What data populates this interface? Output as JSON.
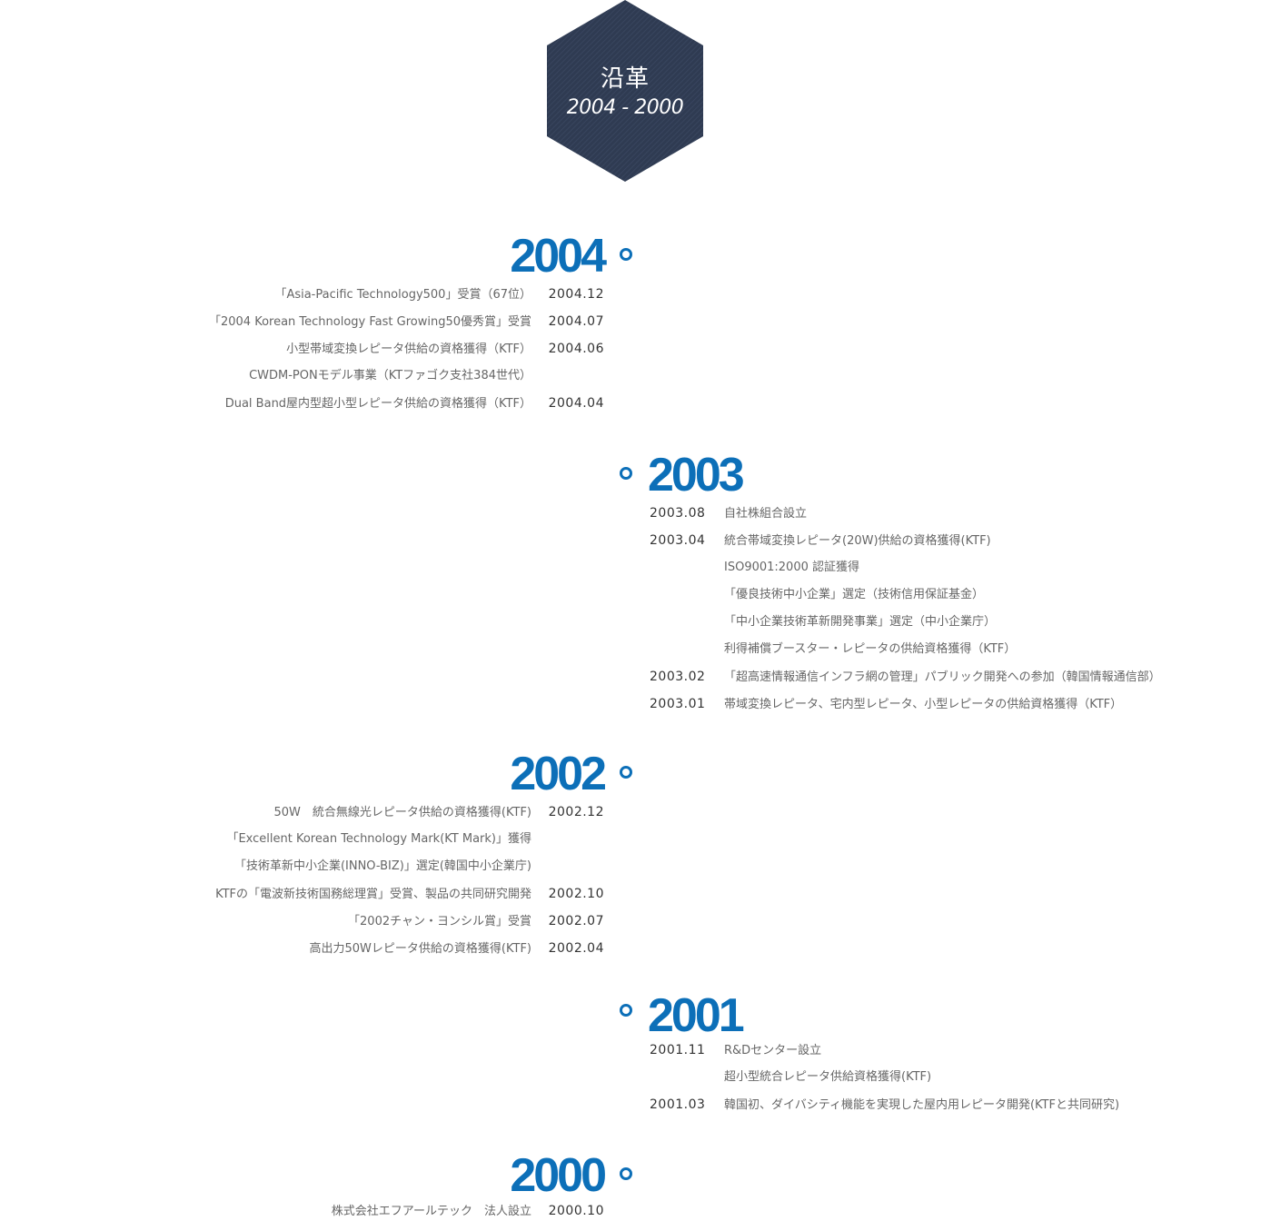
{
  "header": {
    "title": "沿革",
    "range": "2004 - 2000",
    "colors": {
      "hex_fill": "#2f3b52",
      "accent": "#0c6fb8"
    }
  },
  "years": [
    {
      "year": "2004",
      "items": [
        {
          "date": "2004.12",
          "text": "「Asia-Pacific Technology500」受賞（67位）"
        },
        {
          "date": "2004.07",
          "text": "「2004 Korean Technology Fast Growing50優秀賞」受賞"
        },
        {
          "date": "2004.06",
          "text": "小型帯域変換レピータ供給の資格獲得（KTF）"
        },
        {
          "date": "",
          "text": "CWDM-PONモデル事業（KTファゴク支社384世代）"
        },
        {
          "date": "2004.04",
          "text": "Dual Band屋内型超小型レピータ供給の資格獲得（KTF）"
        }
      ]
    },
    {
      "year": "2003",
      "items": [
        {
          "date": "2003.08",
          "text": "自社株組合設立"
        },
        {
          "date": "2003.04",
          "text": "統合帯域変換レピータ(20W)供給の資格獲得(KTF)"
        },
        {
          "date": "",
          "text": "ISO9001:2000 認証獲得"
        },
        {
          "date": "",
          "text": "「優良技術中小企業」選定（技術信用保証基金）"
        },
        {
          "date": "",
          "text": "「中小企業技術革新開発事業」選定（中小企業庁）"
        },
        {
          "date": "",
          "text": "利得補償ブースター・レピータの供給資格獲得（KTF）"
        },
        {
          "date": "2003.02",
          "text": "「超高速情報通信インフラ網の管理」パブリック開発への参加（韓国情報通信部）"
        },
        {
          "date": "2003.01",
          "text": "帯域変換レピータ、宅内型レピータ、小型レピータの供給資格獲得（KTF）"
        }
      ]
    },
    {
      "year": "2002",
      "items": [
        {
          "date": "2002.12",
          "text": "50W　統合無線光レピータ供給の資格獲得(KTF)"
        },
        {
          "date": "",
          "text": "「Excellent Korean Technology Mark(KT Mark)」獲得"
        },
        {
          "date": "",
          "text": "「技術革新中小企業(INNO-BIZ)」選定(韓国中小企業庁)"
        },
        {
          "date": "2002.10",
          "text": "KTFの「電波新技術国務総理賞」受賞、製品の共同研究開発"
        },
        {
          "date": "2002.07",
          "text": "「2002チャン・ヨンシル賞」受賞"
        },
        {
          "date": "2002.04",
          "text": "高出力50Wレピータ供給の資格獲得(KTF)"
        }
      ]
    },
    {
      "year": "2001",
      "items": [
        {
          "date": "2001.11",
          "text": "R&Dセンター設立"
        },
        {
          "date": "",
          "text": "超小型統合レピータ供給資格獲得(KTF)"
        },
        {
          "date": "2001.03",
          "text": "韓国初、ダイバシティ機能を実現した屋内用レピータ開発(KTFと共同研究)"
        }
      ]
    },
    {
      "year": "2000",
      "items": [
        {
          "date": "2000.10",
          "text": "株式会社エフアールテック　法人設立"
        }
      ]
    }
  ]
}
